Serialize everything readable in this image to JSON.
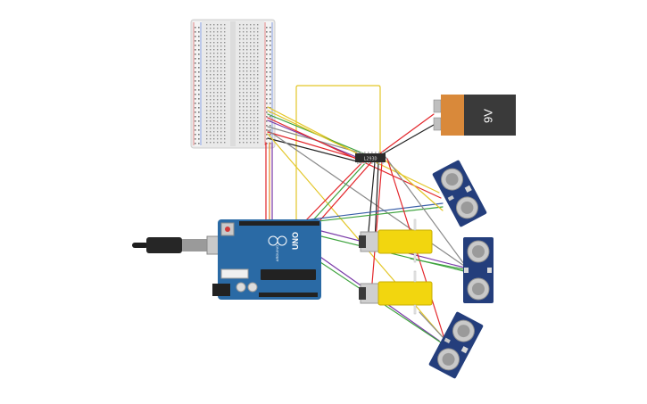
{
  "battery": {
    "label": "9V",
    "case_color": "#3a3a3a",
    "cap_color": "#d9893a"
  },
  "driver_chip": {
    "label": "L293D"
  },
  "arduino": {
    "logo_text": "UNO",
    "brand_text": "ARDUINO",
    "board_color": "#2a6aa5"
  },
  "motor": {
    "body_color": "#f2d60f"
  },
  "sensor": {
    "board_color": "#243e7c",
    "transducer_color": "#c9c9c9"
  },
  "wire_colors": {
    "red": "#e3262b",
    "black": "#222222",
    "yellow": "#e3c628",
    "green": "#3ea33e",
    "purple": "#7a3aa8",
    "gray": "#8a8a8a",
    "orange": "#e58a2b",
    "blue": "#3a5fa8"
  }
}
